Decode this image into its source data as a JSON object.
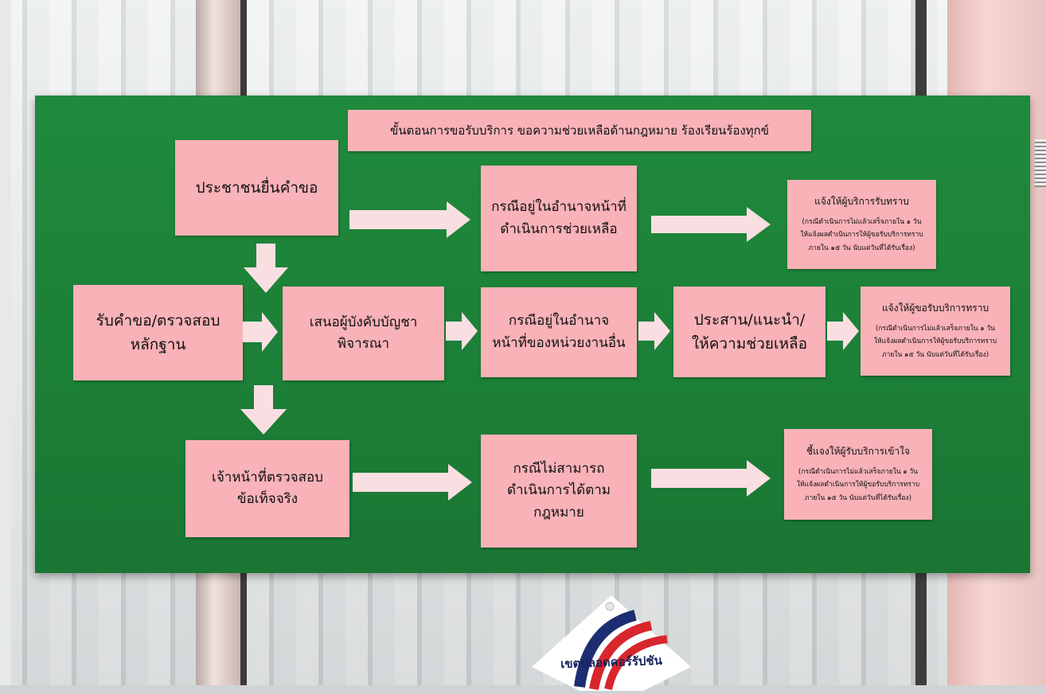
{
  "board": {
    "title": "ขั้นตอนการขอรับบริการ ขอความช่วยเหลือด้านกฎหมาย ร้องเรียนร้องทุกข์",
    "steps": {
      "submit_request": "ประชาชนยื่นคำขอ",
      "receive_verify": "รับคำขอ/ตรวจสอบ\nหลักฐาน",
      "propose_supervisor": "เสนอผู้บังคับบัญชา\nพิจารณา",
      "officer_check": "เจ้าหน้าที่ตรวจสอบ\nข้อเท็จจริง",
      "within_authority": "กรณีอยู่ในอำนาจหน้าที่\nดำเนินการช่วยเหลือ",
      "other_agency": "กรณีอยู่ในอำนาจ\nหน้าที่ของหน่วยงานอื่น",
      "cannot_proceed": "กรณีไม่สามารถ\nดำเนินการได้ตาม\nกฎหมาย",
      "coordinate": "ประสาน/แนะนำ/\nให้ความช่วยเหลือ"
    },
    "notices": {
      "top": {
        "head": "แจ้งให้ผู้บริการรับทราบ",
        "body": "(กรณีดำเนินการไม่แล้วเสร็จภายใน ๑ วัน\nให้แจ้งผลดำเนินการให้ผู้ขอรับบริการทราบ\nภายใน ๑๕ วัน นับแต่วันที่ได้รับเรื่อง)"
      },
      "middle": {
        "head": "แจ้งให้ผู้ขอรับบริการทราบ",
        "body": "(กรณีดำเนินการไม่แล้วเสร็จภายใน ๑ วัน\nให้แจ้งผลดำเนินการให้ผู้ขอรับบริการทราบ\nภายใน ๑๕ วัน นับแต่วันที่ได้รับเรื่อง)"
      },
      "bottom": {
        "head": "ชี้แจงให้ผู้รับบริการเข้าใจ",
        "body": "(กรณีดำเนินการไม่แล้วเสร็จภายใน ๑ วัน\nให้แจ้งผลดำเนินการให้ผู้ขอรับบริการทราบ\nภายใน ๑๕ วัน นับแต่วันที่ได้รับเรื่อง)"
      }
    }
  },
  "sign": {
    "text": "เขตปลอดคอร์รัปชัน"
  },
  "colors": {
    "board_green": "#1c7f37",
    "card_pink": "#f8b2b8",
    "arrow_pink": "#f9dfe2"
  }
}
